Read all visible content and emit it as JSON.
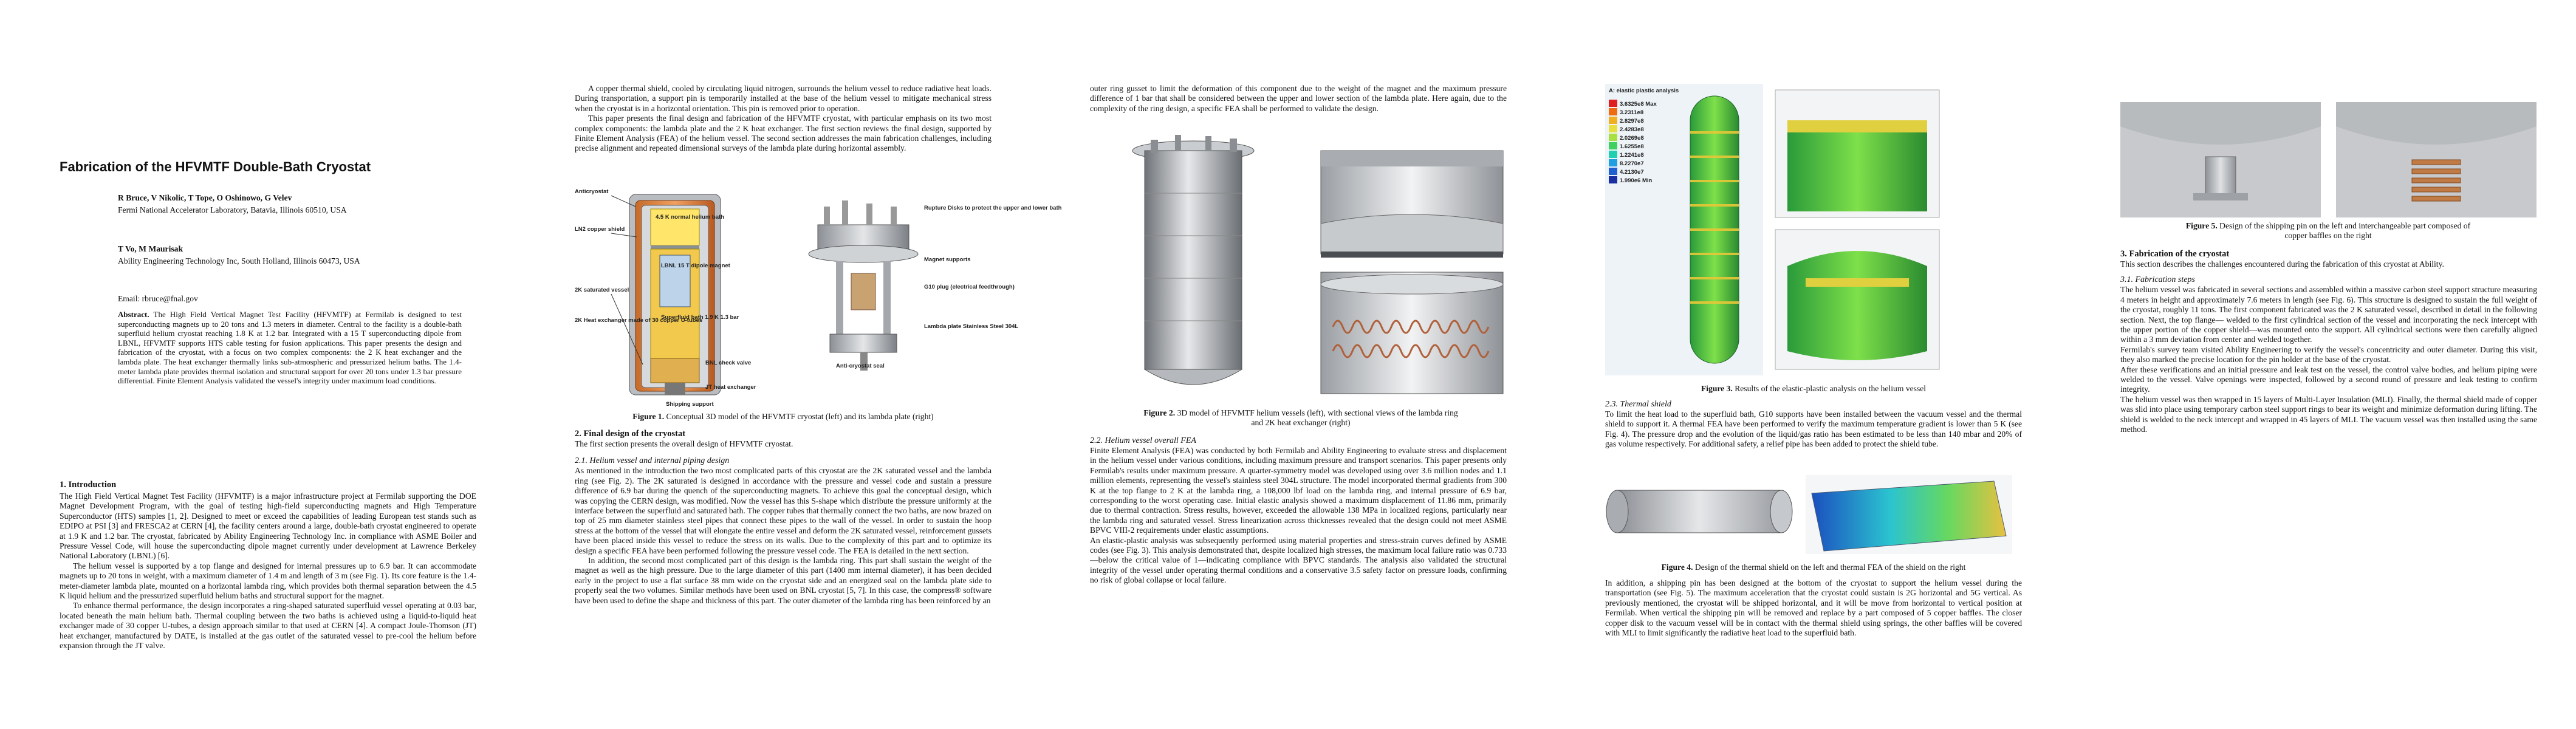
{
  "page1": {
    "title": "Fabrication of the HFVMTF Double-Bath Cryostat",
    "authors1": "R Bruce, V Nikolic, T Tope, O Oshinowo, G Velev",
    "affil1": "Fermi National Accelerator Laboratory, Batavia, Illinois 60510, USA",
    "authors2": "T Vo, M Maurisak",
    "affil2": "Ability Engineering Technology Inc, South Holland, Illinois 60473, USA",
    "email": "Email: rbruce@fnal.gov",
    "abstract_label": "Abstract.",
    "abstract": " The High Field Vertical Magnet Test Facility (HFVMTF) at Fermilab is designed to test superconducting magnets up to 20 tons and 1.3 meters in diameter. Central to the facility is a double-bath superfluid helium cryostat reaching 1.8 K at 1.2 bar. Integrated with a 15 T superconducting dipole from LBNL, HFVMTF supports HTS cable testing for fusion applications. This paper presents the design and fabrication of the cryostat, with a focus on two complex components: the 2 K heat exchanger and the lambda plate. The heat exchanger thermally links sub-atmospheric and pressurized helium baths. The 1.4-meter lambda plate provides thermal isolation and structural support for over 20 tons under 1.3 bar pressure differential. Finite Element Analysis validated the vessel's integrity under maximum load conditions.",
    "sec1": "1.  Introduction",
    "intro1": "The High Field Vertical Magnet Test Facility (HFVMTF) is a major infrastructure project at Fermilab supporting the DOE Magnet Development Program, with the goal of testing high-field superconducting magnets and High Temperature Superconductor (HTS) samples [1, 2]. Designed to meet or exceed the capabilities of leading European test stands such as EDIPO at PSI [3] and FRESCA2 at CERN [4], the facility centers around a large, double-bath cryostat engineered to operate at 1.9 K and 1.2 bar. The cryostat, fabricated by Ability Engineering Technology Inc. in compliance with ASME Boiler and Pressure Vessel Code, will house the superconducting dipole magnet currently under development at Lawrence Berkeley National Laboratory (LBNL) [6].",
    "intro2": "The helium vessel is supported by a top flange and designed for internal pressures up to 6.9 bar. It can accommodate magnets up to 20 tons in weight, with a maximum diameter of 1.4 m and length of 3 m (see Fig. 1). Its core feature is the 1.4-meter-diameter lambda plate, mounted on a horizontal lambda ring, which provides both thermal separation between the 4.5 K liquid helium and the pressurized superfluid helium baths and structural support for the magnet.",
    "intro3": "To enhance thermal performance, the design incorporates a ring-shaped saturated superfluid vessel operating at 0.03 bar, located beneath the main helium bath. Thermal coupling between the two baths is achieved using a liquid-to-liquid heat exchanger made of 30 copper U-tubes, a design approach similar to that used at CERN [4]. A compact Joule-Thomson (JT) heat exchanger, manufactured by DATE, is installed at the gas outlet of the saturated vessel to pre-cool the helium before expansion through the JT valve."
  },
  "page2": {
    "para1": "A copper thermal shield, cooled by circulating liquid nitrogen, surrounds the helium vessel to reduce radiative heat loads. During transportation, a support pin is temporarily installed at the base of the helium vessel to mitigate mechanical stress when the cryostat is in a horizontal orientation. This pin is removed prior to operation.",
    "para2": "This paper presents the final design and fabrication of the HFVMTF cryostat, with particular emphasis on its two most complex components: the lambda plate and the 2 K heat exchanger. The first section reviews the final design, supported by Finite Element Analysis (FEA) of the helium vessel. The second section addresses the main fabrication challenges, including precise alignment and repeated dimensional surveys of the lambda plate during horizontal assembly.",
    "fig1_caption_label": "Figure 1.",
    "fig1_caption": " Conceptual 3D model of the HFVMTF cryostat (left) and its lambda plate (right)",
    "fig1_labels": {
      "anticryostat": "Anticryostat",
      "shield": "LN2 copper shield",
      "vessel2k": "2K saturated vessel",
      "hx": "2K Heat exchanger made of 30 copper U-tubes",
      "bath45": "4.5 K normal helium bath",
      "dipole": "LBNL 15 T dipole magnet",
      "superfluid": "Superfluid bath 1.9 K 1.3 bar",
      "bnl": "BNL check valve",
      "jt": "JT heat exchanger",
      "shipping": "Shipping support",
      "rupture": "Rupture Disks to protect the upper and lower bath",
      "magsup": "Magnet supports",
      "g10": "G10 plug (electrical feedthrough)",
      "lambda": "Lambda plate Stainless Steel 304L",
      "anti": "Anti-cryostat seal"
    },
    "sec2": "2.  Final design of the cryostat",
    "sec2_text": "The first section presents the overall design of HFVMTF cryostat.",
    "sec21": "2.1.  Helium vessel and internal piping design",
    "s21_text": "As mentioned in the introduction the two most complicated parts of this cryostat are the 2K saturated vessel and the lambda ring (see Fig. 2). The 2K saturated is designed in accordance with the pressure and vessel code and sustain a pressure difference of 6.9 bar during the quench of the superconducting magnets. To achieve this goal the conceptual design, which was copying the CERN design, was modified. Now the vessel has this S-shape which distribute the pressure uniformly at the interface between the superfluid and saturated bath. The copper tubes that thermally connect the two baths, are now brazed on top of 25 mm diameter stainless steel pipes that connect these pipes to the wall of the vessel. In order to sustain the hoop stress at the bottom of the vessel that will elongate the entire vessel and deform the 2K saturated vessel, reinforcement gussets have been placed inside this vessel to reduce the stress on its walls. Due to the complexity of this part and to optimize its design a specific FEA have been performed following the pressure vessel code. The FEA is detailed in the next section.",
    "s21_text2": "In addition, the second most complicated part of this design is the lambda ring. This part shall sustain the weight of the magnet as well as the high pressure. Due to the large diameter of this part (1400 mm internal diameter), it has been decided early in the project to use a flat surface 38 mm wide on the cryostat side and an energized seal on the lambda plate side to properly seal the two volumes. Similar methods have been used on BNL cryostat [5, 7]. In this case, the compress® software have been used to define the shape and thickness of this part. The outer diameter of the lambda ring has been reinforced by an"
  },
  "page3": {
    "para1": "outer ring gusset to limit the deformation of this component due to the weight of the magnet and the maximum pressure difference of 1 bar that shall be considered between the upper and lower section of the lambda plate. Here again, due to the complexity of the ring design, a specific FEA shall be performed to validate the design.",
    "fig2_caption_label": "Figure 2.",
    "fig2_caption": " 3D model of HFVMTF helium vessels (left), with sectional views of the lambda ring and 2K heat exchanger (right)",
    "sec22": "2.2.  Helium vessel overall FEA",
    "s22_text": "Finite Element Analysis (FEA) was conducted by both Fermilab and Ability Engineering to evaluate stress and displacement in the helium vessel under various conditions, including maximum pressure and transport scenarios. This paper presents only Fermilab's results under maximum pressure. A quarter-symmetry model was developed using over 3.6 million nodes and 1.1 million elements, representing the vessel's stainless steel 304L structure. The model incorporated thermal gradients from 300 K at the top flange to 2 K at the lambda ring, a 108,000 lbf load on the lambda ring, and internal pressure of 6.9 bar, corresponding to the worst operating case. Initial elastic analysis showed a maximum displacement of 11.86 mm, primarily due to thermal contraction. Stress results, however, exceeded the allowable 138 MPa in localized regions, particularly near the lambda ring and saturated vessel. Stress linearization across thicknesses revealed that the design could not meet ASME BPVC VIII-2 requirements under elastic assumptions.",
    "s22_text2": "An elastic-plastic analysis was subsequently performed using material properties and stress-strain curves defined by ASME codes (see Fig. 3). This analysis demonstrated that, despite localized high stresses, the maximum local failure ratio was 0.733—below the critical value of 1—indicating compliance with BPVC standards. The analysis also validated the structural integrity of the vessel under operating thermal conditions and a conservative 3.5 safety factor on pressure loads, confirming no risk of global collapse or local failure."
  },
  "page4": {
    "fig3_caption_label": "Figure 3.",
    "fig3_caption": " Results of the elastic-plastic analysis on the helium vessel",
    "legend_title": "A: elastic plastic analysis",
    "legend_values": [
      "3.6325e8 Max",
      "3.2311e8",
      "2.8297e8",
      "2.4283e8",
      "2.0269e8",
      "1.6255e8",
      "1.2241e8",
      "8.2270e7",
      "4.2130e7",
      "1.990e6 Min"
    ],
    "sec23": "2.3.  Thermal shield",
    "s23_text": "To limit the heat load to the superfluid bath, G10 supports have been installed between the vacuum vessel and the thermal shield to support it. A thermal FEA have been performed to verify the maximum temperature gradient is lower than 5 K (see Fig. 4). The pressure drop and the evolution of the liquid/gas ratio has been estimated to be less than 140 mbar and 20% of gas volume respectively. For additional safety, a relief pipe has been added to protect the shield tube.",
    "fig4_caption_label": "Figure 4.",
    "fig4_caption": " Design of the thermal shield on the left and thermal FEA of the shield on the right",
    "s23_text2": "In addition, a shipping pin has been designed at the bottom of the cryostat to support the helium vessel during the transportation (see Fig. 5). The maximum acceleration that the cryostat could sustain is 2G horizontal and 5G vertical. As previously mentioned, the cryostat will be shipped horizontal, and it will be move from horizontal to vertical position at Fermilab. When vertical the shipping pin will be removed and replace by a part composed of 5 copper baffles. The closer copper disk to the vacuum vessel will be in contact with the thermal shield using springs, the other baffles will be covered with MLI to limit significantly the radiative heat load to the superfluid bath."
  },
  "page5": {
    "fig5_caption_label": "Figure 5.",
    "fig5_caption": " Design of the shipping pin on the left and interchangeable part composed of copper baffles on the right",
    "sec3": "3.  Fabrication of the cryostat",
    "sec3_text": "This section describes the challenges encountered during the fabrication of this cryostat at Ability.",
    "sec31": "3.1.  Fabrication steps",
    "s31_text": "The helium vessel was fabricated in several sections and assembled within a massive carbon steel support structure measuring 4 meters in height and approximately 7.6 meters in length (see Fig. 6). This structure is designed to sustain the full weight of the cryostat, roughly 11 tons. The first component fabricated was the 2 K saturated vessel, described in detail in the following section. Next, the top flange— welded to the first cylindrical section of the vessel and incorporating the neck intercept with the upper portion of the copper shield—was mounted onto the support. All cylindrical sections were then carefully aligned within a 3 mm deviation from center and welded together.",
    "s31_text2": "Fermilab's survey team visited Ability Engineering to verify the vessel's concentricity and outer diameter. During this visit, they also marked the precise location for the pin holder at the base of the cryostat.",
    "s31_text3": "After these verifications and an initial pressure and leak test on the vessel, the control valve bodies, and helium piping were welded to the vessel. Valve openings were inspected, followed by a second round of pressure and leak testing to confirm integrity.",
    "s31_text4": "The helium vessel was then wrapped in 15 layers of Multi-Layer Insulation (MLI). Finally, the thermal shield made of copper was slid into place using temporary carbon steel support rings to bear its weight and minimize deformation during lifting. The shield is welded to the neck intercept and wrapped in 45 layers of MLI. The vacuum vessel was then installed using the same method."
  }
}
